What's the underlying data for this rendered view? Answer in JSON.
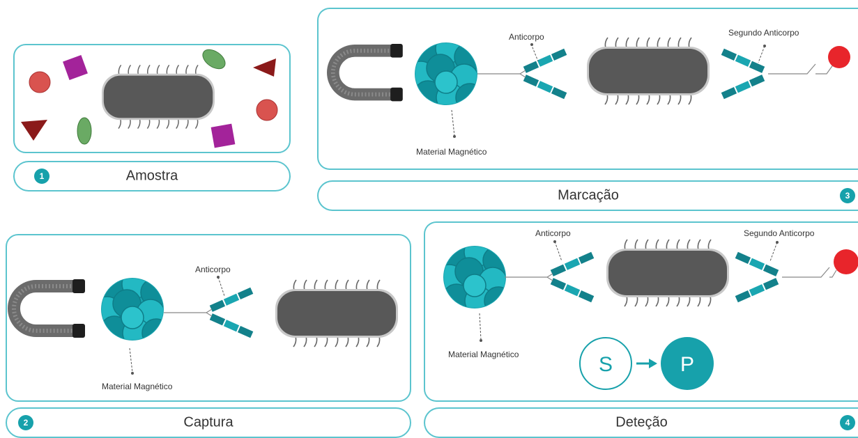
{
  "panels": {
    "amostra": {
      "caption": "Amostra",
      "number": "1"
    },
    "captura": {
      "caption": "Captura",
      "number": "2",
      "antibody_label": "Anticorpo",
      "magnetic_label": "Material Magnético"
    },
    "marcacao": {
      "caption": "Marcação",
      "number": "3",
      "antibody_label": "Anticorpo",
      "second_antibody_label": "Segundo Anticorpo",
      "magnetic_label": "Material Magnético"
    },
    "detecao": {
      "caption": "Deteção",
      "number": "4",
      "antibody_label": "Anticorpo",
      "second_antibody_label": "Segundo Anticorpo",
      "magnetic_label": "Material Magnético",
      "substrate": "S",
      "product": "P"
    }
  },
  "colors": {
    "accent": "#17a1ab",
    "border": "#5bc4ce",
    "bacteria": "#585858",
    "label_dot": "#e8252b",
    "magnet": "#777777"
  }
}
